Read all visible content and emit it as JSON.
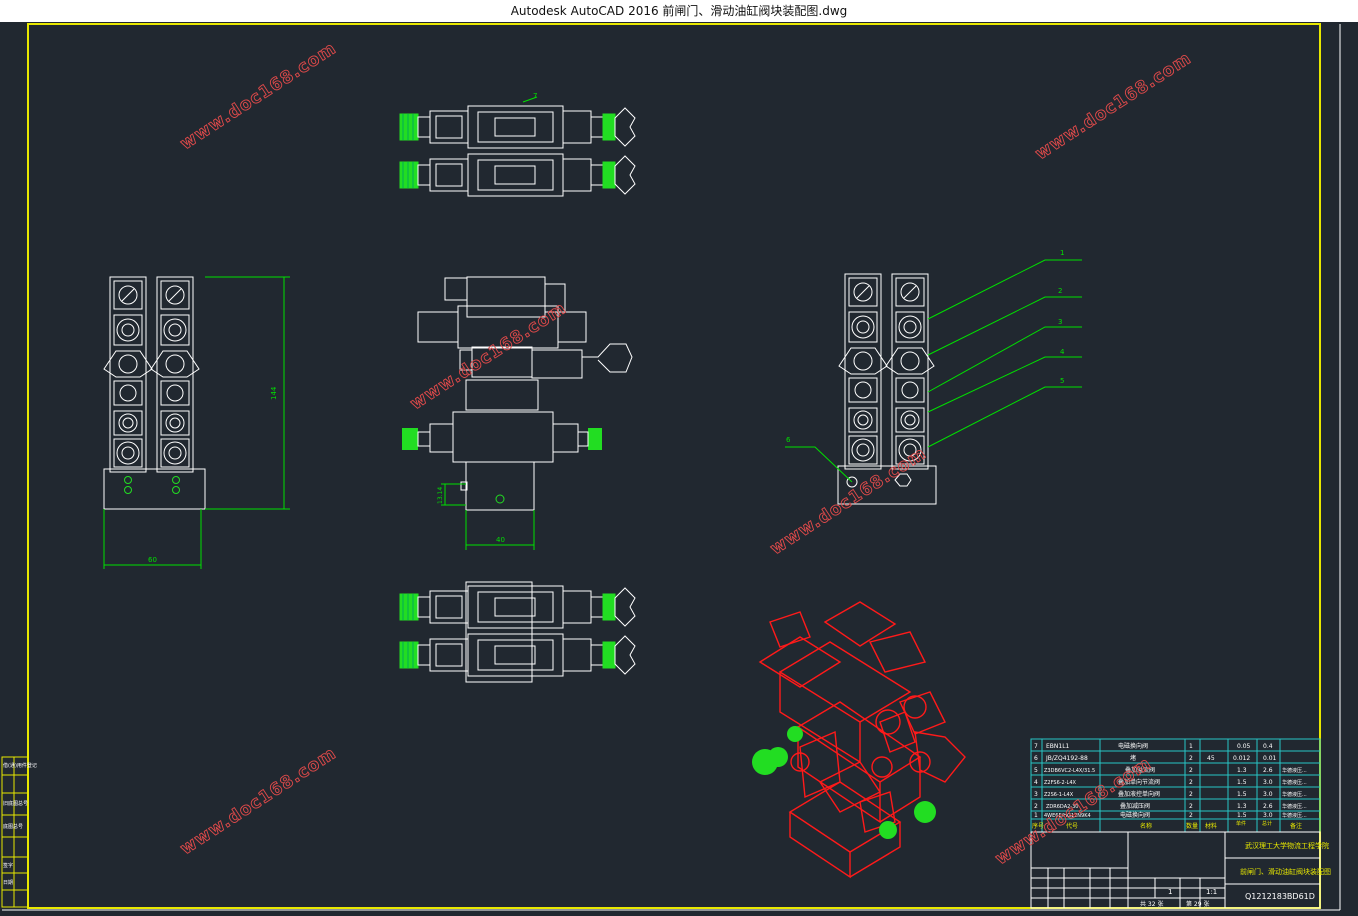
{
  "window": {
    "title": "Autodesk AutoCAD 2016    前闸门、滑动油缸阀块装配图.dwg"
  },
  "colors": {
    "background": "#212830",
    "frame": "#e8e800",
    "drawing": "#ffffff",
    "dimension": "#00e000",
    "fitting": "#22dd22",
    "iso_view": "#ff1a1a",
    "watermark": "#e04a4a",
    "table_grid": "#27c6c6"
  },
  "watermark": {
    "text": "www.doc168.com"
  },
  "dimensions": {
    "height": "144",
    "width_left": "60",
    "width_center": "40",
    "small": "13.14"
  },
  "balloons": [
    "7",
    "1",
    "2",
    "3",
    "4",
    "5",
    "6"
  ],
  "parts_table": {
    "rows": [
      [
        "7",
        "EBN1L1",
        "电磁换向阀",
        "1",
        "",
        "0.05",
        "0.4",
        ""
      ],
      [
        "6",
        "JB/ZQ4192-88",
        "堵",
        "2",
        "45",
        "0.012",
        "0.01",
        ""
      ],
      [
        "5",
        "Z3DB6VC2-L4X/31.5",
        "叠加溢流阀",
        "2",
        "",
        "1.3",
        "2.6",
        "华德液压..."
      ],
      [
        "4",
        "Z2FS6-2-L4X",
        "叠加单向节流阀",
        "2",
        "",
        "1.5",
        "3.0",
        "华德液压..."
      ],
      [
        "3",
        "Z2S6-1-L4X",
        "叠加液控单向阀",
        "2",
        "",
        "1.5",
        "3.0",
        "华德液压..."
      ],
      [
        "2",
        "ZDR6DA2-30",
        "叠加减压阀",
        "2",
        "",
        "1.3",
        "2.6",
        "华德液压..."
      ],
      [
        "1",
        "4WE6E/HG12N9K4",
        "电磁换向阀",
        "2",
        "",
        "1.5",
        "3.0",
        "华德液压..."
      ]
    ],
    "header": [
      "序号",
      "代号",
      "名称",
      "数量",
      "材料",
      "单件",
      "总计",
      "备注"
    ],
    "school": "武汉理工大学物流工程学院",
    "drawing_title": "前闸门、滑动油缸阀块装配图",
    "drawing_number": "Q1212183BD61D",
    "scale": "1:1",
    "quantity": "1",
    "sheets": "共 32 张",
    "sheet_no": "第 29 张"
  },
  "left_strip": {
    "items": [
      "借(通)用件登记",
      "",
      "旧底图总号",
      "",
      "底图总号",
      "",
      "签字",
      "日期"
    ]
  }
}
